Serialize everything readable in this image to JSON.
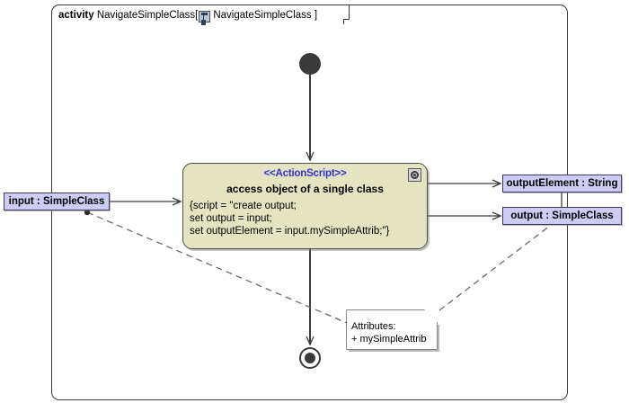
{
  "diagram": {
    "type": "uml-activity-diagram",
    "frame": {
      "keyword": "activity",
      "name": "NavigateSimpleClass[",
      "icon": "activity-diagram-icon",
      "param": "NavigateSimpleClass ]"
    }
  },
  "nodes": {
    "initial": {
      "label": "initial-node"
    },
    "final": {
      "label": "activity-final-node"
    },
    "action": {
      "stereotype": "<<ActionScript>>",
      "name": "access object of a single class",
      "badge_icon": "script-gear-icon",
      "body_lines": [
        "{script = \"create output;",
        "set output = input;",
        "set outputElement = input.mySimpleAttrib;\"}"
      ]
    },
    "note": {
      "lines": [
        "Attributes:",
        "+ mySimpleAttrib"
      ]
    }
  },
  "pins": [
    {
      "id": "input",
      "label": "input : SimpleClass"
    },
    {
      "id": "outputElement",
      "label": "outputElement : String"
    },
    {
      "id": "output",
      "label": "output : SimpleClass"
    }
  ],
  "colors": {
    "action_fill": "#e4e4c3",
    "pin_fill": "#ccccf5",
    "stereotype_text": "#3333cc",
    "line": "#3b3b3b",
    "note_fill": "#ffffff",
    "background": "#ffffff"
  }
}
